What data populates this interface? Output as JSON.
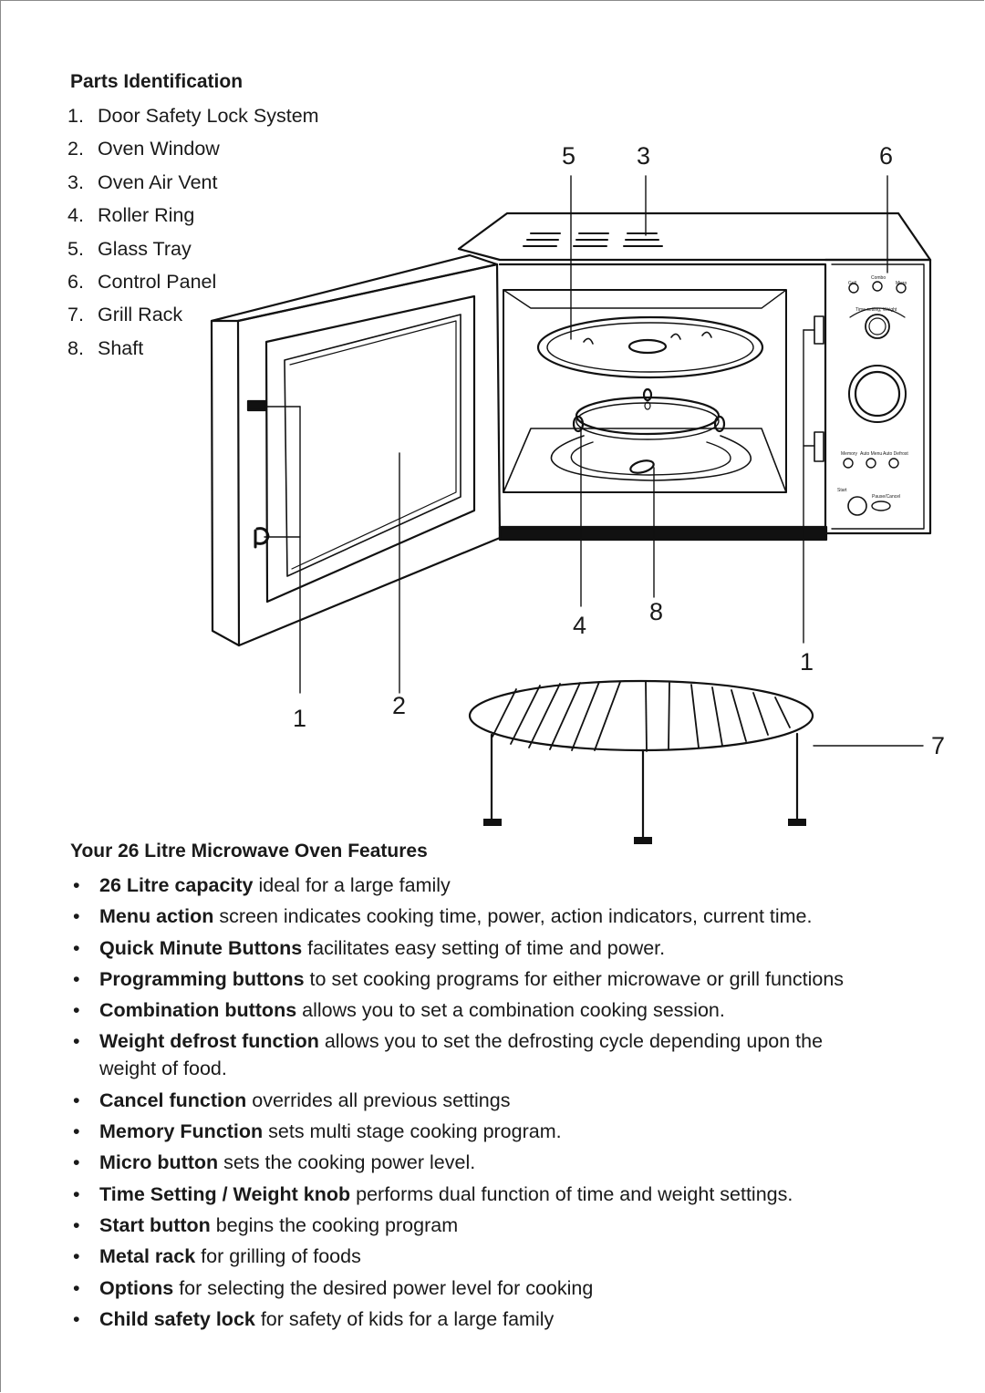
{
  "parts": {
    "title": "Parts Identification",
    "items": [
      {
        "num": "1.",
        "label": "Door Safety Lock System"
      },
      {
        "num": "2.",
        "label": "Oven Window"
      },
      {
        "num": "3.",
        "label": "Oven Air Vent"
      },
      {
        "num": "4.",
        "label": "Roller Ring"
      },
      {
        "num": "5.",
        "label": "Glass Tray"
      },
      {
        "num": "6.",
        "label": "Control Panel"
      },
      {
        "num": "7.",
        "label": "Grill Rack"
      },
      {
        "num": "8.",
        "label": "Shaft"
      }
    ]
  },
  "diagram": {
    "callouts": {
      "five": "5",
      "three": "3",
      "six": "6",
      "four": "4",
      "eight": "8",
      "one_right": "1",
      "one_left": "1",
      "two": "2",
      "seven": "7"
    },
    "panel": {
      "grill": "Grill",
      "combo": "Combo",
      "micro": "Micro",
      "knob_label": "Time setting, Weight",
      "memory": "Memory",
      "auto_menu": "Auto Menu",
      "auto_defrost": "Auto Defrost",
      "start": "Start",
      "pause_cancel": "Pause/Cancel"
    }
  },
  "features": {
    "title": "Your 26 Litre Microwave Oven Features",
    "items": [
      {
        "bold": "26 Litre capacity",
        "text": " ideal for a large family"
      },
      {
        "bold": "Menu action",
        "text": " screen indicates cooking time, power, action indicators, current time."
      },
      {
        "bold": "Quick Minute Buttons",
        "text": " facilitates easy setting of time and power."
      },
      {
        "bold": "Programming buttons",
        "text": " to set cooking programs for either microwave or grill functions"
      },
      {
        "bold": "Combination buttons",
        "text": " allows you to set a combination cooking session."
      },
      {
        "bold": "Weight defrost function",
        "text": " allows you to set the defrosting cycle depending upon the weight of food."
      },
      {
        "bold": "Cancel function",
        "text": " overrides all previous settings"
      },
      {
        "bold": "Memory Function",
        "text": " sets multi stage cooking program."
      },
      {
        "bold": "Micro button",
        "text": " sets the cooking power level."
      },
      {
        "bold": "Time Setting / Weight knob",
        "text": " performs dual function of time and weight settings."
      },
      {
        "bold": "Start button",
        "text": " begins the cooking program"
      },
      {
        "bold": "Metal rack",
        "text": " for grilling of foods"
      },
      {
        "bold": "Options",
        "text": " for selecting the desired power level for cooking"
      },
      {
        "bold": "Child safety lock",
        "text": " for safety of kids for a large family"
      }
    ]
  }
}
